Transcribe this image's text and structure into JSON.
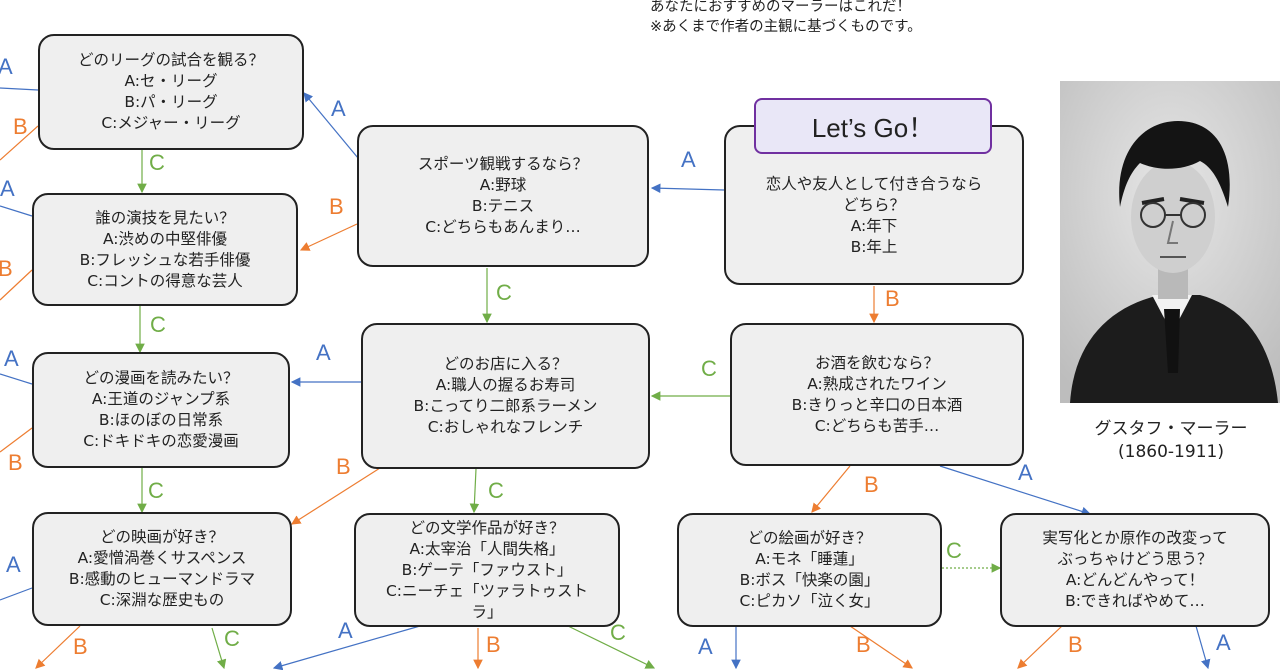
{
  "intro": {
    "line1": "あなたにおすすめのマーラーはこれだ！",
    "line2": "※あくまで作者の主観に基づくものです。"
  },
  "start_label": "Let’s Go！",
  "portrait": {
    "name": "グスタフ・マーラー",
    "years": "(1860-1911)",
    "image_icon": "portrait-photo-icon"
  },
  "nodes": {
    "partner": {
      "lines": [
        "恋人や友人として付き合うなら",
        "どちら？",
        "A:年下",
        "B:年上"
      ]
    },
    "sports": {
      "lines": [
        "スポーツ観戦するなら？",
        "A:野球",
        "B:テニス",
        "C:どちらもあんまり…"
      ]
    },
    "league": {
      "lines": [
        "どのリーグの試合を観る？",
        "A:セ・リーグ",
        "B:パ・リーグ",
        "C:メジャー・リーグ"
      ]
    },
    "acting": {
      "lines": [
        "誰の演技を見たい？",
        "A:渋めの中堅俳優",
        "B:フレッシュな若手俳優",
        "C:コントの得意な芸人"
      ]
    },
    "shop": {
      "lines": [
        "どのお店に入る？",
        "A:職人の握るお寿司",
        "B:こってり二郎系ラーメン",
        "C:おしゃれなフレンチ"
      ]
    },
    "manga": {
      "lines": [
        "どの漫画を読みたい？",
        "A:王道のジャンプ系",
        "B:ほのぼの日常系",
        "C:ドキドキの恋愛漫画"
      ]
    },
    "drink": {
      "lines": [
        "お酒を飲むなら？",
        "A:熟成されたワイン",
        "B:きりっと辛口の日本酒",
        "C:どちらも苦手…"
      ]
    },
    "movie": {
      "lines": [
        "どの映画が好き？",
        "A:愛憎渦巻くサスペンス",
        "B:感動のヒューマンドラマ",
        "C:深淵な歴史もの"
      ]
    },
    "literature": {
      "lines": [
        "どの文学作品が好き？",
        "A:太宰治「人間失格」",
        "B:ゲーテ「ファウスト」",
        "C:ニーチェ「ツァラトゥスト",
        "ラ」"
      ]
    },
    "painting": {
      "lines": [
        "どの絵画が好き？",
        "A:モネ「睡蓮」",
        "B:ボス「快楽の園」",
        "C:ピカソ「泣く女」"
      ]
    },
    "adaptation": {
      "lines": [
        "実写化とか原作の改変って",
        "ぶっちゃけどう思う？",
        "A:どんどんやって！",
        "B:できればやめて…"
      ]
    }
  },
  "colors": {
    "A": "#4472c4",
    "B": "#ed7d31",
    "C": "#70ad47"
  },
  "edge_labels": {
    "A": "A",
    "B": "B",
    "C": "C"
  }
}
